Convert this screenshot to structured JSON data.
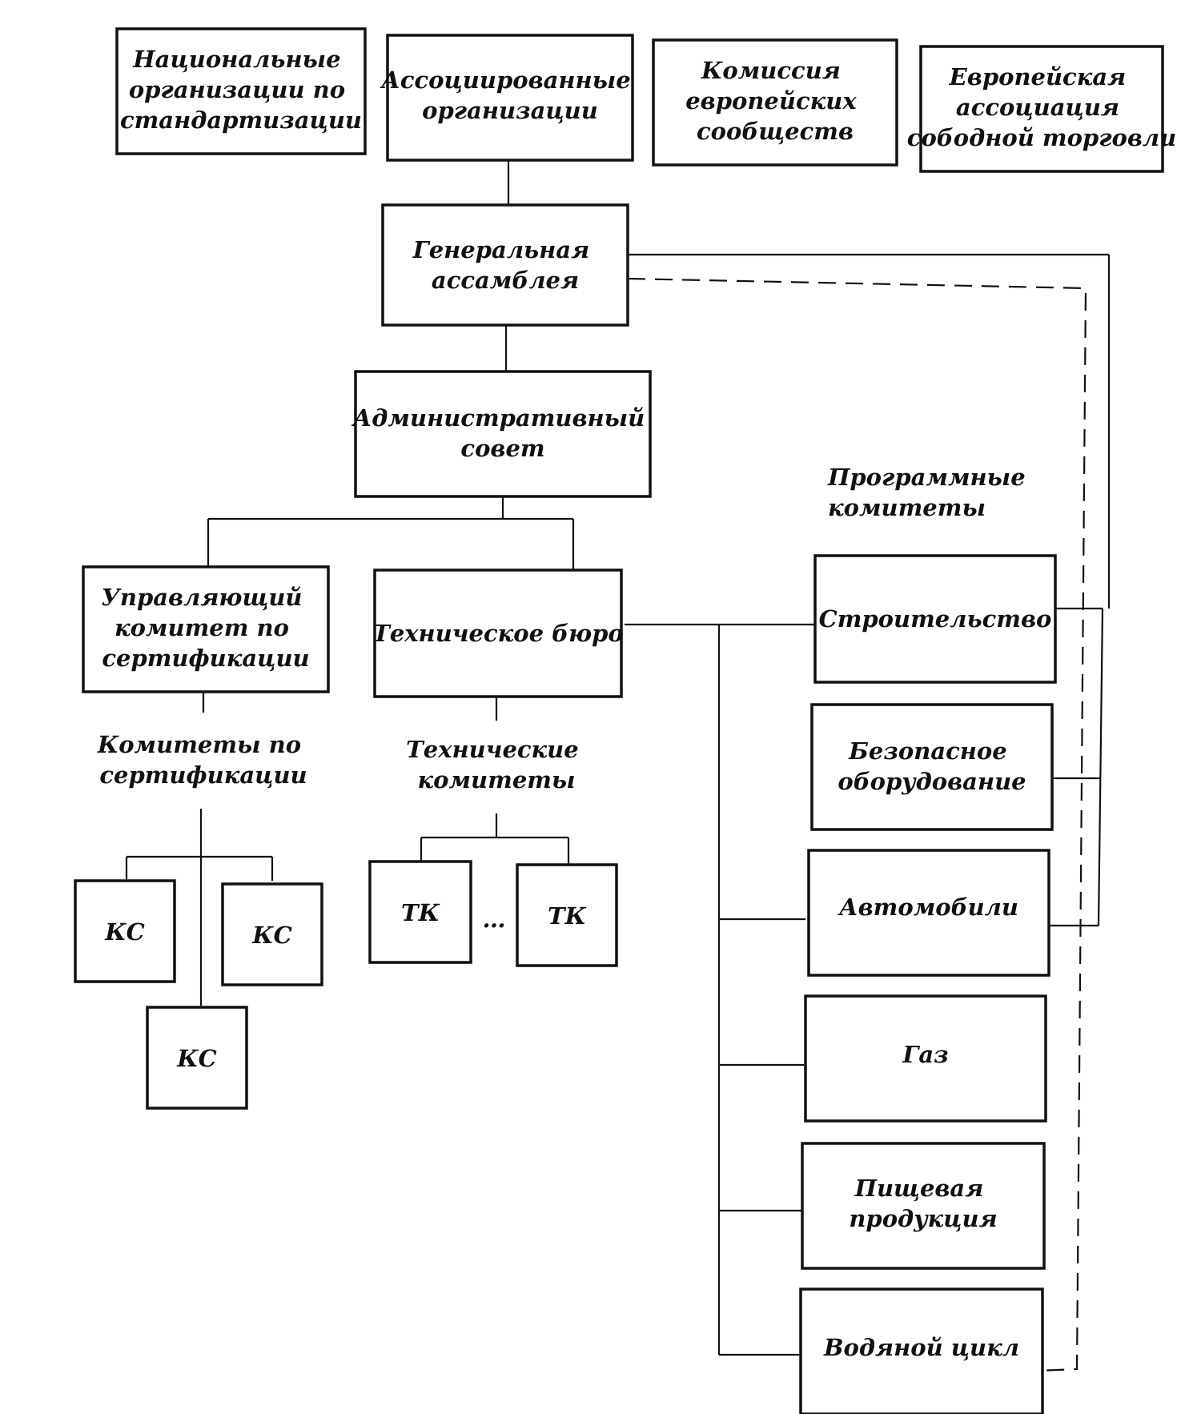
{
  "nodes": {
    "national_orgs": [
      "Национальные",
      "организации по",
      "стандартизации"
    ],
    "associated_orgs": [
      "Ассоциированные",
      "организации"
    ],
    "commission": [
      "Комиссия",
      "европейских",
      "сообществ"
    ],
    "efta": [
      "Европейская",
      "ассоциация",
      "cободной торговли"
    ],
    "general_assembly": [
      "Генеральная",
      "ассамблея"
    ],
    "admin_council": [
      "Административный",
      "совет"
    ],
    "cert_steering": [
      "Управляющий",
      "комитет по",
      "сертификации"
    ],
    "tech_bureau": [
      "Техническое бюро"
    ],
    "cert_committees_label": [
      "Комитеты по",
      "сертификации"
    ],
    "tech_committees_label": [
      "Технические",
      "комитеты"
    ],
    "program_committees_label": [
      "Программные",
      "комитеты"
    ],
    "ks_1": [
      "КС"
    ],
    "ks_2": [
      "КС"
    ],
    "ks_3": [
      "КС"
    ],
    "tk_1": [
      "ТК"
    ],
    "tk_2": [
      "ТК"
    ],
    "ellipsis": [
      "…"
    ],
    "construction": [
      "Строительство"
    ],
    "safe_equipment": [
      "Безопасное",
      "оборудование"
    ],
    "automobiles": [
      "Автомобили"
    ],
    "gas": [
      "Газ"
    ],
    "food_products": [
      "Пищевая",
      "продукция"
    ],
    "water_cycle": [
      "Водяной цикл"
    ]
  }
}
